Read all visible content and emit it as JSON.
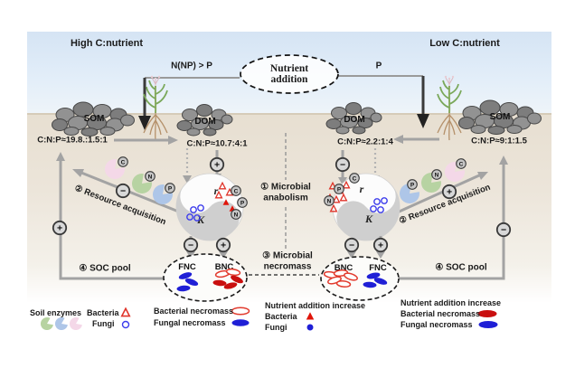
{
  "title": {
    "left": "High C:nutrient",
    "right": "Low C:nutrient"
  },
  "inputs": {
    "left": "N(NP) > P",
    "right": "P",
    "source": "Nutrient addition"
  },
  "pools": {
    "left_som": {
      "label": "SOM",
      "ratio": "C:N:P≈19.8.:1.5:1"
    },
    "left_dom": {
      "label": "DOM",
      "ratio": "C:N:P≈10.7:4:1"
    },
    "right_dom": {
      "label": "DOM",
      "ratio": "C:N:P≈2.2:1:4"
    },
    "right_som": {
      "label": "SOM",
      "ratio": "C:N:P≈9:1:1.5"
    }
  },
  "processes": {
    "anabolism": "① Microbial anabolism",
    "necromass": "③ Microbial necromass",
    "resource_left": "② Resource acquisition",
    "resource_right": "② Resource acquisition",
    "soc_left": "④ SOC pool",
    "soc_right": "④ SOC pool"
  },
  "strategies": {
    "r": "r",
    "k": "K"
  },
  "necromass_groups": {
    "left": [
      "FNC",
      "BNC"
    ],
    "right": [
      "BNC",
      "FNC"
    ]
  },
  "signs": {
    "plus": "+",
    "minus": "−"
  },
  "chips": {
    "c": "C",
    "n": "N",
    "p": "P"
  },
  "legend": {
    "soil_enzymes": "Soil enzymes",
    "bacteria": "Bacteria",
    "fungi": "Fungi",
    "bacterial_necromass": "Bacterial necromass",
    "fungal_necromass": "Fungal necromass",
    "increase_title": "Nutrient addition increase"
  },
  "colors": {
    "bacteria_red": "#e0352b",
    "necromass_red": "#c90f0f",
    "fungi_blue": "#2a2ae0",
    "enzyme_green": "#b7d3a2",
    "enzyme_blue": "#aec6e8",
    "enzyme_pink": "#f4d8e8",
    "arrow_gray": "#a3a3a3"
  }
}
